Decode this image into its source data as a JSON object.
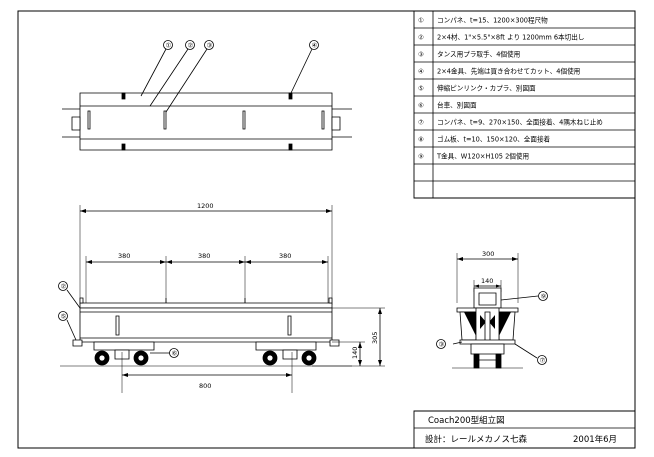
{
  "parts_list": [
    {
      "no": "①",
      "desc": "コンパネ、t=15、1200×300程尺物"
    },
    {
      "no": "②",
      "desc": "2×4材、1\"×5.5\"×8ft より 1200mm 6本切出し"
    },
    {
      "no": "③",
      "desc": "タンス用プラ取手、4個使用"
    },
    {
      "no": "④",
      "desc": "2×4金具、先端は買き合わせてカット、4個使用"
    },
    {
      "no": "⑤",
      "desc": "伸縮ピンリンク・カプラ、別図面"
    },
    {
      "no": "⑥",
      "desc": "台車、別図面"
    },
    {
      "no": "⑦",
      "desc": "コンパネ、t=9、270×150、全面接着、4隅木ねじ止め"
    },
    {
      "no": "⑧",
      "desc": "ゴム板、t=10、150×120、全面接着"
    },
    {
      "no": "⑨",
      "desc": "T金具、W120×H105 2個使用"
    }
  ],
  "title_block": {
    "name": "Coach200型組立図",
    "designer": "設計：レールメカノス七森",
    "date": "2001年6月"
  },
  "callouts": {
    "top_1": "①",
    "top_2": "②",
    "top_3": "③",
    "top_4": "④",
    "side_2": "②",
    "side_5": "⑤",
    "side_6": "⑥",
    "end_9": "⑨",
    "end_3": "③",
    "end_7": "⑦"
  },
  "dimensions": {
    "overall_length": "1200",
    "bay_1": "380",
    "bay_2": "380",
    "bay_3": "380",
    "height_total": "305",
    "height_frame": "140",
    "truck_centers": "800",
    "end_width": "300",
    "end_inner": "140"
  }
}
